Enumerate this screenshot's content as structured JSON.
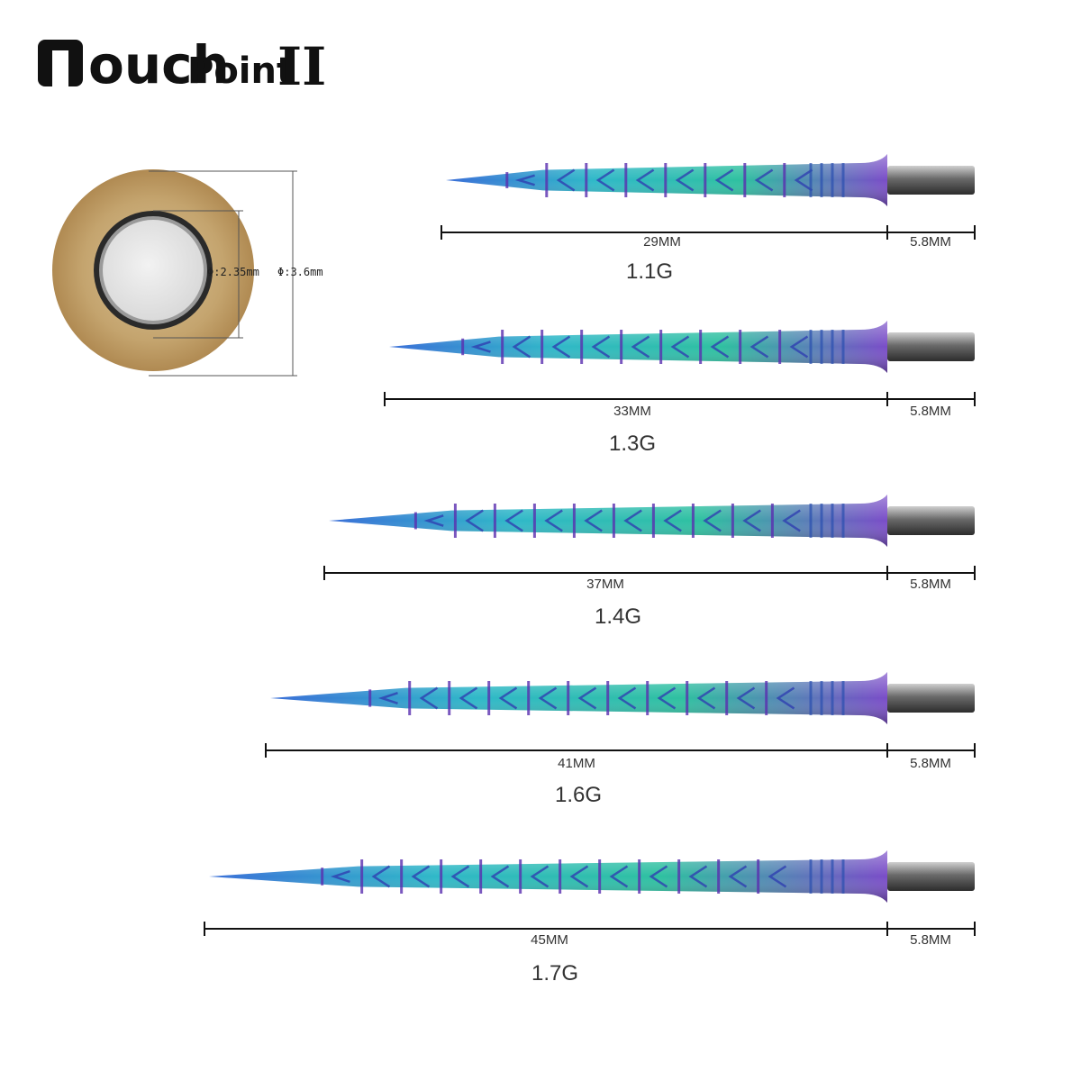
{
  "logo": {
    "word_big": "T",
    "word_main": "ouch",
    "word_small": "Point",
    "numeral": "II"
  },
  "cross_section": {
    "inner_diameter_label": "Φ:2.35mm",
    "outer_diameter_label": "Φ:3.6mm"
  },
  "colors": {
    "coating_gradient": [
      "#3a6fd8",
      "#2fb8c8",
      "#2ec0a0",
      "#7a4cc8"
    ],
    "shank": "#555555",
    "disc": "#c6a675",
    "line": "#111111"
  },
  "points": [
    {
      "length_label": "29MM",
      "shank_label": "5.8MM",
      "weight_label": "1.1G"
    },
    {
      "length_label": "33MM",
      "shank_label": "5.8MM",
      "weight_label": "1.3G"
    },
    {
      "length_label": "37MM",
      "shank_label": "5.8MM",
      "weight_label": "1.4G"
    },
    {
      "length_label": "41MM",
      "shank_label": "5.8MM",
      "weight_label": "1.6G"
    },
    {
      "length_label": "45MM",
      "shank_label": "5.8MM",
      "weight_label": "1.7G"
    }
  ]
}
